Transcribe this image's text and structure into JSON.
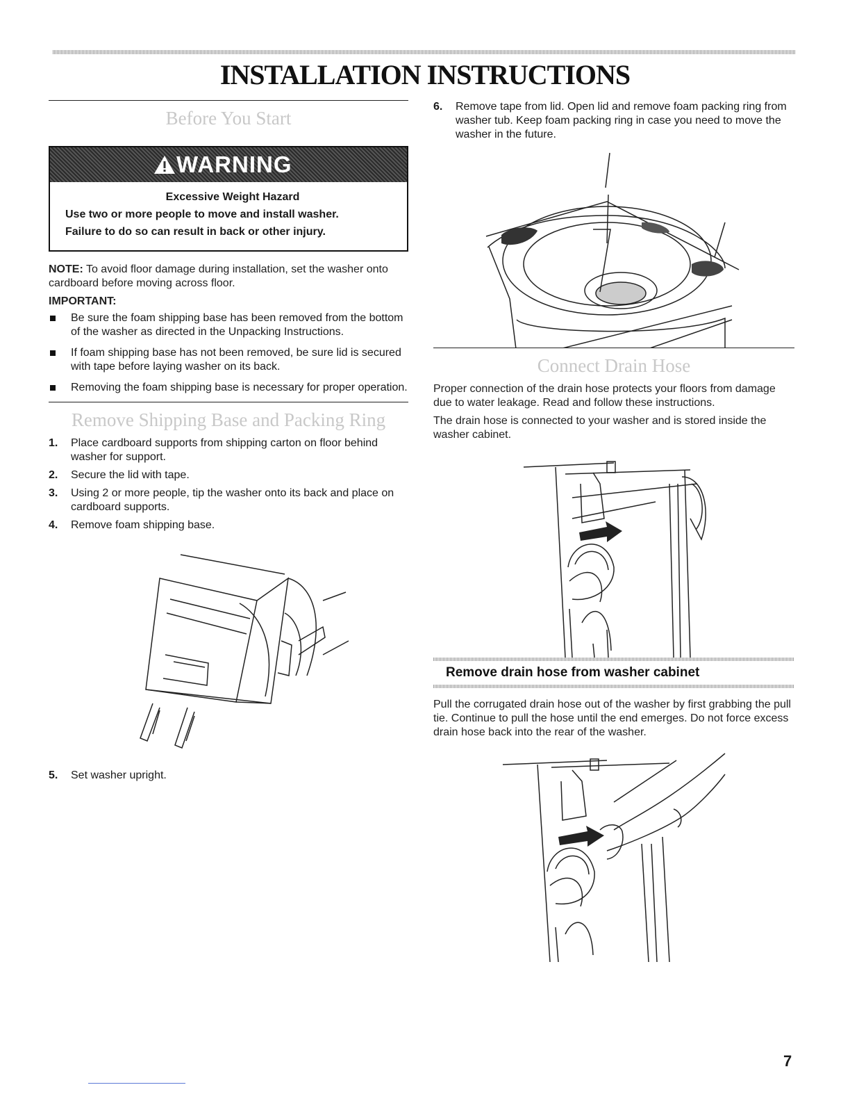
{
  "page_title": "INSTALLATION INSTRUCTIONS",
  "before_start": {
    "heading": "Before You Start",
    "warning": {
      "label": "WARNING",
      "hazard": "Excessive Weight Hazard",
      "line1": "Use two or more people to move and install washer.",
      "line2": "Failure to do so can result in back or other injury."
    },
    "note_label": "NOTE:",
    "note_text": " To avoid floor damage during installation, set the washer onto cardboard before moving across floor.",
    "important_label": "IMPORTANT:",
    "bullets": [
      "Be sure the foam shipping base has been removed from the bottom of the washer as directed in the Unpacking Instructions.",
      "If foam shipping base has not been removed, be sure lid is secured with tape before laying washer on its back.",
      "Removing the foam shipping base is necessary for proper operation."
    ]
  },
  "remove_base": {
    "heading": "Remove Shipping Base and Packing Ring",
    "steps": [
      {
        "num": "1.",
        "text": "Place cardboard supports from shipping carton on floor behind washer for support."
      },
      {
        "num": "2.",
        "text": "Secure the lid with tape."
      },
      {
        "num": "3.",
        "text": "Using 2 or more people, tip the washer onto its back and place on cardboard supports."
      },
      {
        "num": "4.",
        "text": "Remove foam shipping base."
      }
    ],
    "step5": {
      "num": "5.",
      "text": "Set washer upright."
    },
    "step6": {
      "num": "6.",
      "text": "Remove tape from lid. Open lid and remove foam packing ring from washer tub. Keep foam packing ring in case you need to move the washer in the future."
    }
  },
  "drain_hose": {
    "heading": "Connect Drain Hose",
    "para1": "Proper connection of the drain hose protects your floors from damage due to water leakage. Read and follow these instructions.",
    "para2": "The drain hose is connected to your washer and is stored inside the washer cabinet.",
    "sub_heading": "Remove drain hose from washer cabinet",
    "para3": "Pull the corrugated drain hose out of the washer by first grabbing the pull tie. Continue to pull the hose until the end emerges. Do not force excess drain hose back into the rear of the washer."
  },
  "page_number": "7"
}
